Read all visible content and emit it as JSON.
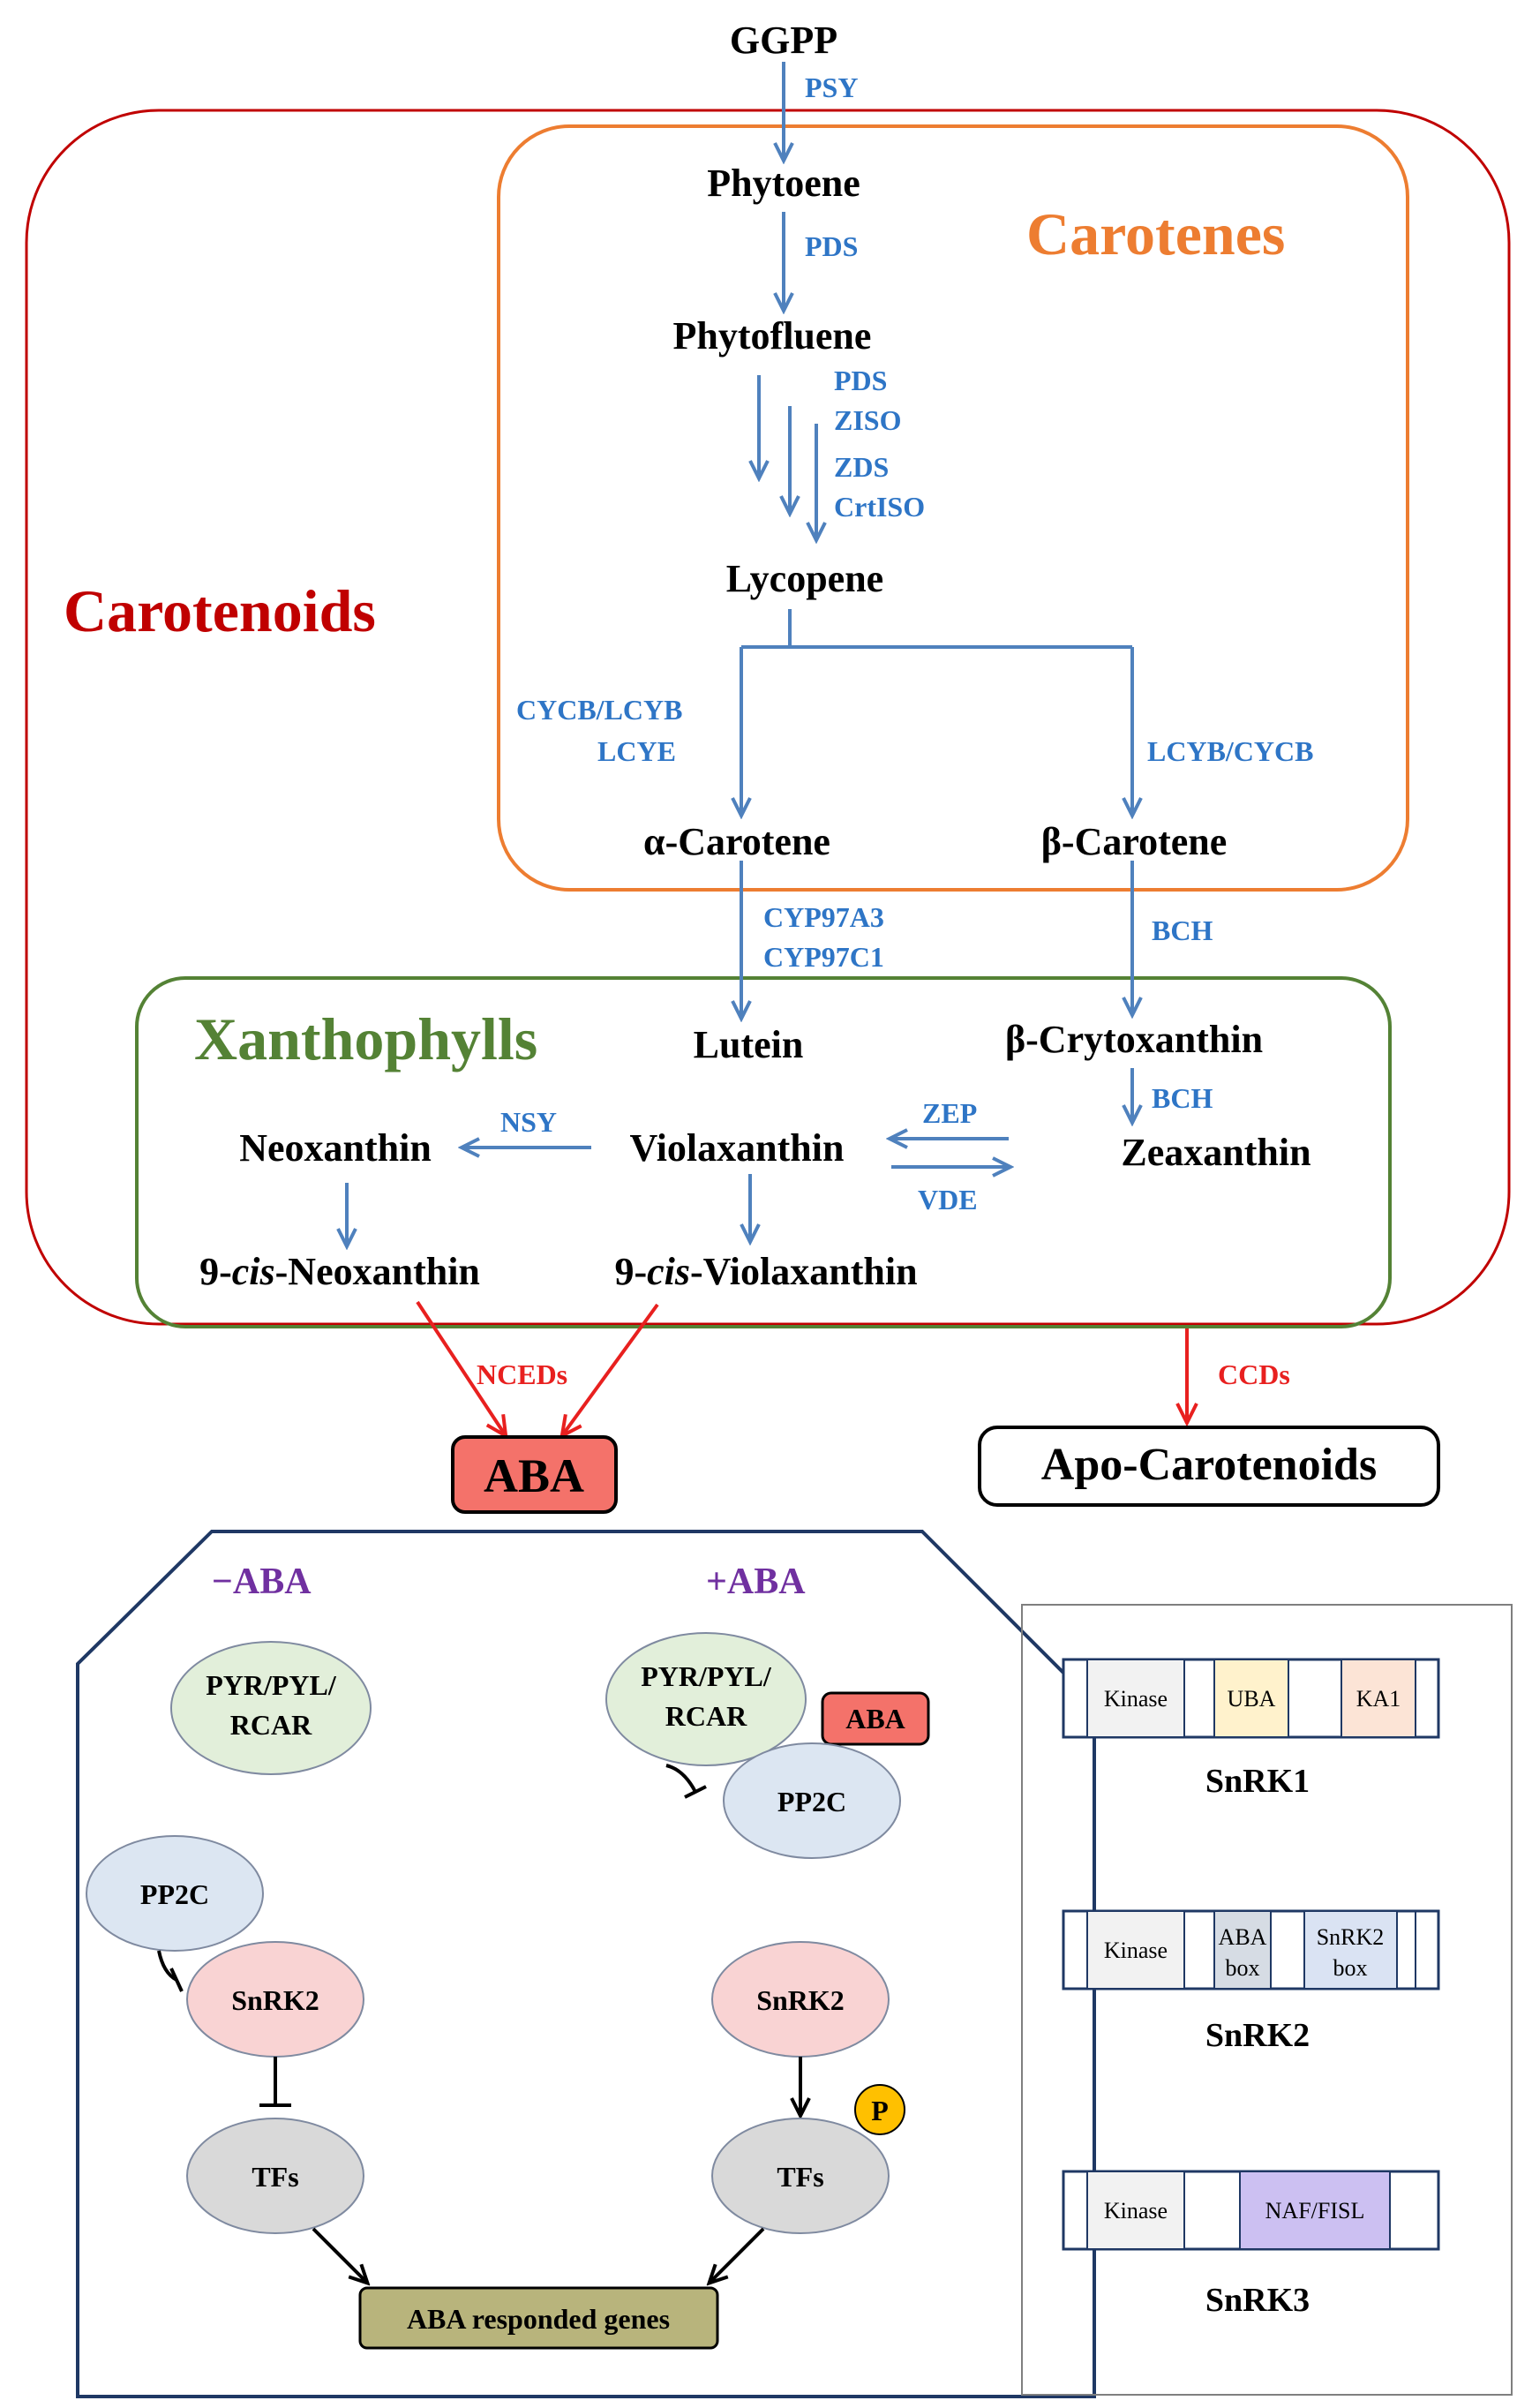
{
  "pathway": {
    "ggpp": "GGPP",
    "phytoene": "Phytoene",
    "phytofluene": "Phytofluene",
    "lycopene": "Lycopene",
    "alpha_carotene": "α-Carotene",
    "beta_carotene": "β-Carotene",
    "lutein": "Lutein",
    "beta_crytoxanthin": "β-Crytoxanthin",
    "neoxanthin": "Neoxanthin",
    "violaxanthin": "Violaxanthin",
    "zeaxanthin": "Zeaxanthin",
    "cis_prefix": "9-",
    "cis_italic": "cis",
    "neoxanthin_suffix": "-Neoxanthin",
    "violaxanthin_suffix": "-Violaxanthin",
    "aba": "ABA",
    "apo_carotenoids": "Apo-Carotenoids"
  },
  "groups": {
    "carotenoids": "Carotenoids",
    "carotenes": "Carotenes",
    "xanthophylls": "Xanthophylls"
  },
  "enzymes": {
    "psy": "PSY",
    "pds1": "PDS",
    "pds2": "PDS",
    "ziso": "ZISO",
    "zds": "ZDS",
    "crtiso": "CrtISO",
    "cycb_lcyb": "CYCB/LCYB",
    "lcye": "LCYE",
    "lcyb_cycb": "LCYB/CYCB",
    "cyp97a3": "CYP97A3",
    "cyp97c1": "CYP97C1",
    "bch1": "BCH",
    "bch2": "BCH",
    "nsy": "NSY",
    "zep": "ZEP",
    "vde": "VDE",
    "nceds": "NCEDs",
    "ccds": "CCDs"
  },
  "signaling": {
    "minus_aba": "−ABA",
    "plus_aba": "+ABA",
    "receptor_line1": "PYR/PYL/",
    "receptor_line2": "RCAR",
    "pp2c": "PP2C",
    "snrk2": "SnRK2",
    "tfs": "TFs",
    "aba_tag": "ABA",
    "phospho": "P",
    "responded_genes": "ABA responded genes"
  },
  "kinases": {
    "snrk1": {
      "name": "SnRK1",
      "kinase": "Kinase",
      "uba": "UBA",
      "ka1": "KA1"
    },
    "snrk2": {
      "name": "SnRK2",
      "kinase": "Kinase",
      "aba_box_l1": "ABA",
      "aba_box_l2": "box",
      "snrk2_box_l1": "SnRK2",
      "snrk2_box_l2": "box"
    },
    "snrk3": {
      "name": "SnRK3",
      "kinase": "Kinase",
      "naf_fisl": "NAF/FISL"
    }
  },
  "colors": {
    "carotenoids": "#c00000",
    "carotenes": "#ed7d31",
    "xanthophylls": "#548235",
    "enzyme": "#2e75c6",
    "aba_fill": "#f4726a",
    "signal_frame": "#1f3864",
    "panel_label": "#7030a0"
  }
}
